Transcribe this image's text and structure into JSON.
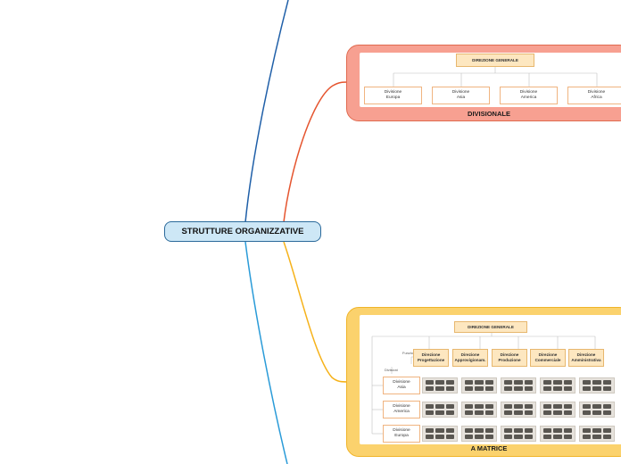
{
  "root": {
    "label": "STRUTTURE ORGANIZZATIVE"
  },
  "colors": {
    "root_fill": "#cde7f6",
    "root_border": "#2b6a9b",
    "branch_top": "#1f5fa8",
    "branch_divisionale": "#e5552f",
    "branch_matrice": "#f6b21a",
    "branch_bottom": "#2a9bd8",
    "panel_divisionale": "#f7a091",
    "panel_matrice": "#fbd26d"
  },
  "divisionale": {
    "caption": "DIVISIONALE",
    "head": "DIREZIONE GENERALE",
    "divisions": [
      "Divisione\nEuropa",
      "Divisione\nAsia",
      "Divisione\nAmerica",
      "Divisione\nAfrica"
    ]
  },
  "matrice": {
    "caption": "A MATRICE",
    "head": "DIREZIONE GENERALE",
    "funzioni_label": "Funzioni",
    "divisioni_label": "Divisioni",
    "functions": [
      "Direzione\nProgettazione",
      "Direzione\nApprovigionam.",
      "Direzione\nProduzione",
      "Direzione\nCommerciale",
      "Direzione\nAmministrativa"
    ],
    "divisions": [
      "Divisione\nAsia",
      "Divisione\nAmerica",
      "Divisione\nEuropa"
    ]
  }
}
